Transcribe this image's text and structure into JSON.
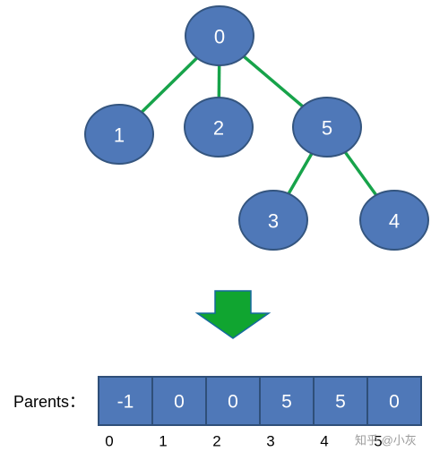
{
  "colors": {
    "node_fill": "#4f78b8",
    "node_stroke": "#34557f",
    "edge": "#17a34a",
    "arrow_fill": "#10a530",
    "arrow_stroke": "#166a9e",
    "cell_fill": "#4f78b8",
    "cell_stroke": "#2f4f79"
  },
  "tree": {
    "nodes": [
      "0",
      "1",
      "2",
      "5",
      "3",
      "4"
    ],
    "edges": [
      [
        "0",
        "1"
      ],
      [
        "0",
        "2"
      ],
      [
        "0",
        "5"
      ],
      [
        "5",
        "3"
      ],
      [
        "5",
        "4"
      ]
    ]
  },
  "array": {
    "label": "Parents：",
    "values": [
      "-1",
      "0",
      "0",
      "5",
      "5",
      "0"
    ],
    "indices": [
      "0",
      "1",
      "2",
      "3",
      "4",
      "5"
    ]
  },
  "watermark": "知乎 @小灰"
}
